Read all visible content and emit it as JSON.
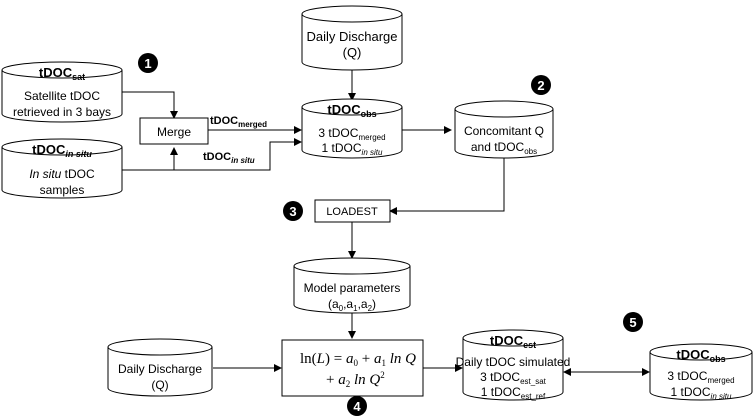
{
  "markers": {
    "m1": "1",
    "m2": "2",
    "m3": "3",
    "m4": "4",
    "m5": "5"
  },
  "nodes": {
    "daily_discharge_top": {
      "line1": "Daily Discharge",
      "line2": "(Q)"
    },
    "tdoc_sat": {
      "title": "tDOC",
      "title_sub": "sat",
      "line1": "Satellite tDOC",
      "line2": "retrieved in 3 bays"
    },
    "tdoc_insitu": {
      "title": "tDOC",
      "title_sub": "in situ",
      "line1_italic": "In situ",
      "line1_rest": " tDOC",
      "line2": "samples"
    },
    "merge": {
      "label": "Merge"
    },
    "tdoc_obs": {
      "title": "tDOC",
      "title_sub": "obs",
      "line1_pre": "3 tDOC",
      "line1_sub": "merged",
      "line2_pre": "1 tDOC",
      "line2_sub": "in situ"
    },
    "concomitant": {
      "line1": "Concomitant Q",
      "line2_pre": "and tDOC",
      "line2_sub": "obs"
    },
    "loadest": {
      "label": "LOADEST"
    },
    "model_params": {
      "line1": "Model parameters",
      "line2": "(a",
      "sub0": "0",
      "c1": ",a",
      "sub1": "1",
      "c2": ",a",
      "sub2": "2",
      "close": ")"
    },
    "daily_discharge_bottom": {
      "line1": "Daily Discharge",
      "line2": "(Q)"
    },
    "equation": {
      "ln": "ln(",
      "L": "L",
      "eq": ") = ",
      "a0": "a",
      "a0_sub": "0",
      "plus1": " + ",
      "a1": "a",
      "a1_sub": "1",
      "lnQ": " ln Q",
      "plus2": "+ ",
      "a2": "a",
      "a2_sub": "2",
      "lnQ2": " ln Q",
      "lnQ2_sup": "2"
    },
    "tdoc_est": {
      "title": "tDOC",
      "title_sub": "est",
      "line1": "Daily tDOC simulated",
      "line2_pre": "3 tDOC",
      "line2_sub": "est_sat",
      "line3_pre": "1 tDOC",
      "line3_sub": "est_ref"
    },
    "tdoc_obs_right": {
      "title": "tDOC",
      "title_sub": "obs",
      "line1_pre": "3 tDOC",
      "line1_sub": "merged",
      "line2_pre": "1 tDOC",
      "line2_sub": "in situ"
    }
  },
  "edge_labels": {
    "merged": {
      "pre": "tDOC",
      "sub": "merged"
    },
    "insitu": {
      "pre": "tDOC",
      "sub": "in situ"
    }
  }
}
